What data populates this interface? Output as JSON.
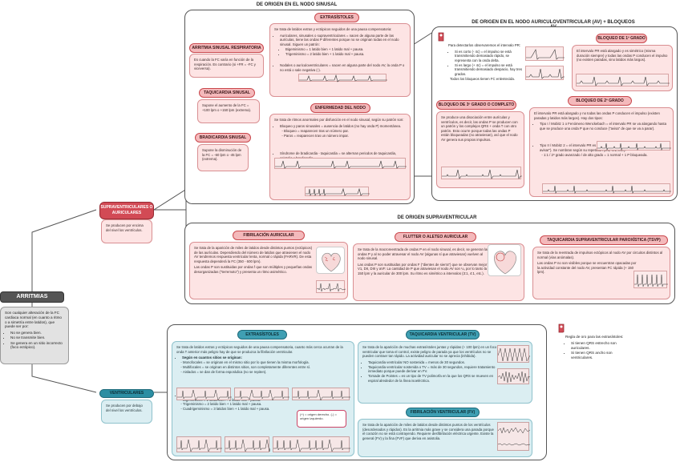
{
  "sections": {
    "sinusal_title": "DE ORIGEN EN EL NODO SINUSAL",
    "av_title": "DE ORIGEN EN EL NODO AURICULOVENTRICULAR (AV) + BLOQUEOS AV",
    "supra_title": "DE ORIGEN SUPRAVENTRICULAR"
  },
  "root": {
    "title": "ARRITMIAS",
    "desc": "Son cualquier alteración de la FC cardiaca normal (en cuanto a ritmo o a simetría entre latidos), que puede ser por:",
    "items": [
      "No se genera bien.",
      "No se transmite bien.",
      "Se genera en un sitio incorrecto (foco ectópico)."
    ]
  },
  "supraventriculares": {
    "title": "SUPRAVENTRICULARES O AURICULARES",
    "desc": "Se producen por encima del nivel los ventrículos."
  },
  "ventriculares": {
    "title": "VENTRICULARES",
    "desc": "Se producen por debajo del nivel los ventrículos."
  },
  "arritmia_sinusal": {
    "title": "ARRITMIA SINUSAL RESPIRATORIA",
    "text": "Es cuando la FC varía en función de la respiración. Es contrario (si +FR = -FC y viceversa)."
  },
  "taquicardia_sinusal": {
    "title": "TAQUICARDIA SINUSAL",
    "text": "Supone el aumento de la FC = +100 lpm o +150 lpm (extrema)."
  },
  "bradicardia_sinusal": {
    "title": "BRADICARDIA SINUSAL",
    "text": "Supone la disminución de la FC = -60 lpm o -45 lpm (extrema)."
  },
  "extrasistoles_sinusal": {
    "title": "EXTRASÍSTOLES",
    "intro": "Se trata de latidos extras y ectópicos seguidos de una pausa compensatoria:",
    "items": [
      "Auriculares, sinusales o supraventriculares = nacen de alguna parte de las aurículas, tiene las ondas P diferentes porque no se originan todas en el nodo sinusal. Siguen un patrón:",
      "Bigeminismo = 1 latido bien + 1 latido mal + pausa.",
      "Trigeminismo = 2 latido bien + 1 latido mal + pausa.",
      "Nodales o auriculoventriculares = nacen en alguna parte del nodo AV, la onda P o no está o sale negativa (-)."
    ]
  },
  "enfermedad_nodo": {
    "title": "ENFERMEDAD DEL NODO",
    "intro": "Se trata de ritmos anormales por disfunción en el nodo sinusal, según su patrón son:",
    "items": [
      "Bloqueo y paros sinusales = ausencia de latidos (no hay onda P) momentánea.",
      "Bloqueo = reaparecen tras un número par.",
      "Paros = reaparecen tras un número impar.",
      "Síndrome de bradicardia - taquicardia = se alternan periodos de taquicardia, asistolia y bradicardia."
    ]
  },
  "intervalo_pr": {
    "intro": "Para detectarlos observaremos el intervalo PR:",
    "items": [
      "Si es corto (- 4c) = el impulso se está transmitiendo demasiado rápido, se representa con la onda delta.",
      "Si es largo (+ 4c) = el impulso se está transmitiendo demasiado despacio, hay tres grados."
    ],
    "footer": "Todos los bloqueos tienen FC enlentecida."
  },
  "bloqueo_1": {
    "title": "BLOQUEO DE 1º GRADO",
    "text": "El intervalo PR está alargado y es simétrico (misma duración siempre) y todas las ondas P conducen el impulso (no existen paradas, sino latidos más largos)."
  },
  "bloqueo_2": {
    "title": "BLOQUEO DE 2º GRADO",
    "intro": "El intervalo PR está alargado y no todas las ondas P conducen el impulso (existen paradas y latidos más largos). Hay dos tipos:",
    "items": [
      "Tipo I / Mobitz 1 o Fenómeno Wenckebach = el intervalo PR se va alargando hasta que se produce una onda P que no conduce (\"avisa\" de que se va a parar).",
      "Tipo II / Mobitz 2 = el intervalo PR es simétrico y algunas ondas P no conducen (\"sin avisar\"). Se nombran según su repetición (3:1, 4:1, etc.).",
      "1:1 / 2º grado avanzado / de alto grado = 1 normal + 1 P bloqueada."
    ]
  },
  "bloqueo_3": {
    "title": "BLOQUEO DE 3º GRADO O COMPLETO",
    "text": "Se produce una disociación entre aurículas y ventrículos, es decir, las ondas P se producen con un patrón y los complejos QRS + onda T con otro patrón. Esto ocurre porque todas las ondas P están bloqueadas (no atraviesan), así que el nodo AV genera sus propios impulsos."
  },
  "fibrilacion_auricular": {
    "title": "FIBRILACIÓN AURICULAR",
    "p1": "Se trata de la aparición de miles de latidos desde distintos puntos (ectópicos) de las aurículas. Dependiendo del número de latidos que atraviesen el nodo AV tendremos respuesta ventricular lenta, normal o rápida (FARVR). De esta respuesta dependerá la FC (350 - 600 lpm).",
    "p2": "Las ondas P son sustituidas por ondas f que son múltiples y pequeñas ondas desorganizadas (\"terremoto\") y presenta un ritmo asimétrico."
  },
  "flutter": {
    "title": "FLUTTER O ALETEO AURICULAR",
    "p1": "Se trata de la macroreentrada de ondas P en el nodo sinusal, es decir, se generan las ondas P y al no poder atravesar el nodo AV (algunas sí que atraviesan) vuelven al nodo sinusal.",
    "p2": "Las ondas P son sustituidas por ondas F (\"dientes de sierra\") que se observan mejor en las derivaciones V1, DII, DIII y aVF. La cantidad de P que atraviesan el nodo AV son ¼, por lo tanto la FC ventricular es de 150 lpm y la auricular de 300 lpm. Su ritmo es simétrico a intervalos (3:1, 4:1, etc.)."
  },
  "tsvp": {
    "title": "TAQUICARDIA SUPRAVENTRICULAR PAROXÍSTICA (TSVP)",
    "p1": "Se trata de la reentrada de impulsos ectópicos al nodo AV por circuitos distintos al normal (vías anómalas).",
    "p2": "Las ondas P no son visibles porque se encuentran opacadas por la actividad constante del nodo AV, presentan FC rápida (+ 150 lpm)."
  },
  "extrasistoles_ventr": {
    "title": "EXTRASÍSTOLES",
    "intro": "Se trata de latidos extras y ectópicos seguidos de una pausa compensatoria, cuanto más cerca ocurran de la onda T anterior más peligro hay de que se produzca la fibrilación ventricular.",
    "origen_label": "Según en cuantos sitios se originan:",
    "origen": [
      "Monofocales = se originan en el mismo sitio por lo que tienen la misma morfología.",
      "Multifocales = se originan en distintos sitios, son completamente diferentes entre sí.",
      "Aislados = se dan de forma esporádica (no se repiten)."
    ],
    "patron_label": "Según el patrón que sigan:",
    "patron": [
      "Bigeminismo = 1 latido bien + 1 latido mal + pausa.",
      "Trigeminismo = 2 latido bien + 1 latido mal + pausa.",
      "Cuadrigeminismo = 3 latidos bien + 1 latido mal + pausa."
    ],
    "note": "(+) = origen derecho. (-) = origen izquierdo."
  },
  "taquicardia_ventricular": {
    "title": "TAQUICARDIA VENTRICULAR (TV)",
    "intro": "Se trata de la aparición de muchas extrasístoles juntas y rápidas (+ 100 lpm) en un foco ventricular que toma el control, existe peligro de parada ya que los ventrículos no se pueden contraer tan rápido. La actividad auricular no se aprecia (inhibida).",
    "items": [
      "Taquicardia ventricular NO sostenida = menos de 30 segundos.",
      "Taquicardia ventricular sostenida o TV = más de 30 segundos, requiere tratamiento inmediato porque puede derivar en FV.",
      "Torsade de Pointes = es un tipo de TV polimorfa en la que los QRS se mueven en espiral alrededor de la línea isoeléctrica."
    ]
  },
  "fibrilacion_ventricular": {
    "title": "FIBRILACIÓN VENTRICULAR (FV)",
    "text": "Se trata de la aparición de miles de latidos desde distintos puntos de los ventrículos (desordenados y rápidos). Es la arritmia más grave y se considera una parada porque el corazón no se está contrayendo. Requiere desfibrilación eléctrica urgente. Existe la general (FV) y la fina (FVF) que deriva en asistolia."
  },
  "regla_oro": {
    "intro": "Regla de oro para las extrasístoles:",
    "items": [
      "Si tienen QRS estrecho son auriculares.",
      "Si tienen QRS ancho son ventriculares."
    ]
  }
}
